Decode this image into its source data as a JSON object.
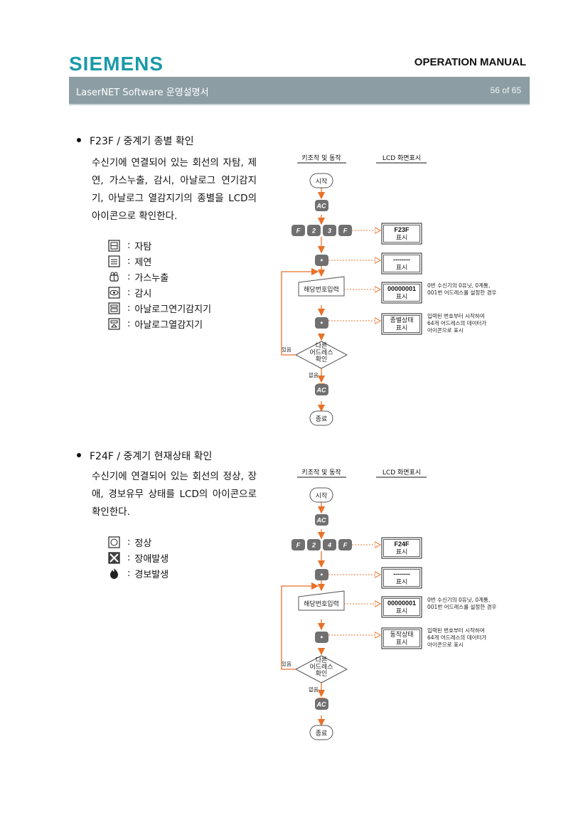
{
  "header": {
    "logo": "SIEMENS",
    "manual_title": "OPERATION MANUAL",
    "doc_title": "LaserNET Software  운영설명서",
    "page": "56 of 65",
    "logo_color": "#1a9aa8",
    "band_color": "#8c9ea4"
  },
  "section1": {
    "heading": "F23F /  중계기  종별  확인",
    "description": "수신기에 연결되어 있는 회선의 자탐, 제연, 가스누출, 감시, 아날로그 연기감지기, 아날로그 열감지기의 종별을 LCD의 아이콘으로 확인한다.",
    "legend": [
      {
        "icon": "fire-detector-icon",
        "label": "자탐"
      },
      {
        "icon": "smoke-control-icon",
        "label": "제연"
      },
      {
        "icon": "gas-leak-icon",
        "label": "가스누출"
      },
      {
        "icon": "monitor-eye-icon",
        "label": "감시"
      },
      {
        "icon": "analog-smoke-detector-icon",
        "label": "아날로그연기감지기"
      },
      {
        "icon": "analog-heat-detector-icon",
        "label": "아날로그열감지기"
      }
    ],
    "flow": {
      "col_key": "키조작 및 동작",
      "col_lcd": "LCD  화면표시",
      "start": "시작",
      "ac": "AC",
      "keys": [
        "F",
        "2",
        "3",
        "F"
      ],
      "star": "*",
      "input": "해당번호입력",
      "decision": [
        "다른",
        "어드레스",
        "확인"
      ],
      "yes": "있음",
      "no": "없음",
      "end": "종료",
      "lcd1_code": "F23F",
      "lcd1_sub": "표시",
      "lcd2_code": "--------",
      "lcd2_sub": "표시",
      "lcd3_code": "00000001",
      "lcd3_sub": "표시",
      "lcd3_note": [
        "0번 수신기의 0유닛, 0계통,",
        "001번 어드레스를 설정한 경우"
      ],
      "lcd4_code": "종별상태",
      "lcd4_sub": "표시",
      "lcd4_note": [
        "입력된 번호부터 시작하여",
        "64개 어드레스의 데이터가",
        "아이콘으로 표시"
      ]
    }
  },
  "section2": {
    "heading": "F24F /  중계기  현재상태  확인",
    "description": "수신기에 연결되어 있는 회선의 정상, 장애, 경보유무 상태를 LCD의 아이콘으로 확인한다.",
    "legend": [
      {
        "icon": "normal-status-icon",
        "label": "정상"
      },
      {
        "icon": "fault-status-icon",
        "label": "장애발생"
      },
      {
        "icon": "alarm-status-icon",
        "label": "경보발생"
      }
    ],
    "flow": {
      "col_key": "키조작 및 동작",
      "col_lcd": "LCD  화면표시",
      "start": "시작",
      "ac": "AC",
      "keys": [
        "F",
        "2",
        "4",
        "F"
      ],
      "star": "*",
      "input": "해당번호입력",
      "decision": [
        "다른",
        "어드레스",
        "확인"
      ],
      "yes": "있음",
      "no": "없음",
      "end": "종료",
      "lcd1_code": "F24F",
      "lcd1_sub": "표시",
      "lcd2_code": "--------",
      "lcd2_sub": "표시",
      "lcd3_code": "00000001",
      "lcd3_sub": "표시",
      "lcd3_note": [
        "0번 수신기의 0유닛, 0계통,",
        "001번 어드레스를 설정한 경우"
      ],
      "lcd4_code": "동작상태",
      "lcd4_sub": "표시",
      "lcd4_note": [
        "입력된 번호부터 시작하여",
        "64개 어드레스의 데이터가",
        "아이콘으로 표시"
      ]
    }
  }
}
